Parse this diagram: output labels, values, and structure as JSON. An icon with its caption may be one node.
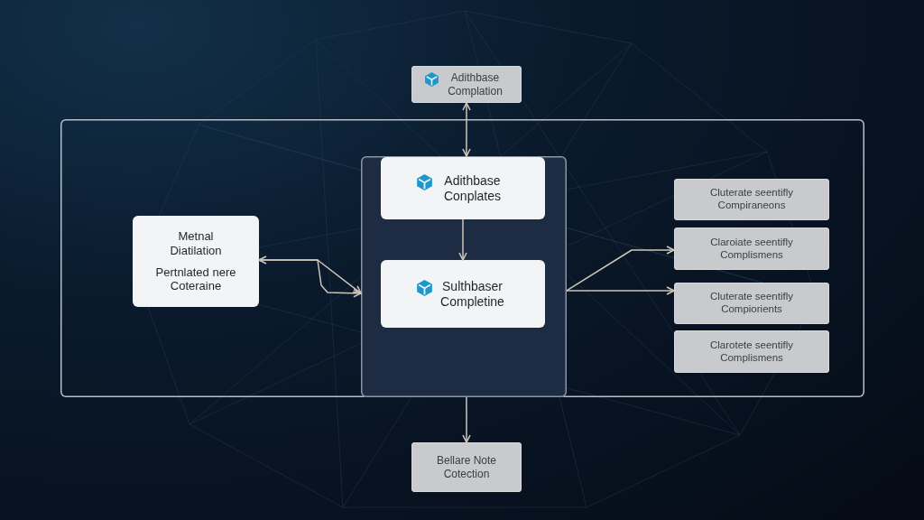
{
  "diagram": {
    "nodes": [
      {
        "text": [
          "Adithbase Complation"
        ]
      },
      {
        "text": [],
        "shape": "box"
      },
      {
        "text": [
          "Metnal Diatilation",
          "Pertnlated nere Coteraine"
        ],
        "in": 1
      },
      {
        "text": [],
        "shape": "box",
        "in": 1
      },
      {
        "text": [
          "Adithbase Conplates"
        ],
        "in": 3
      },
      {
        "text": [
          "Sulthbaser Completine"
        ],
        "in": 3
      },
      {
        "text": [
          "Cluterate seentifly Compiraneons"
        ],
        "in": 1
      },
      {
        "text": [
          "Claroiate seentifly Complismens"
        ],
        "in": 1
      },
      {
        "text": [
          "Cluterate seentifly Compiorients"
        ],
        "in": 1
      },
      {
        "text": [
          "Clarotete seentifly Complismens"
        ],
        "in": 1
      },
      {
        "text": [
          "Bellare Note Cotection"
        ]
      }
    ],
    "edges": [
      {
        "from": 0,
        "to": 3,
        "arrow": "both"
      },
      {
        "from": 4,
        "to": 5,
        "arrow": "to"
      },
      {
        "from": 2,
        "to": 3,
        "arrow": "both"
      },
      {
        "from": 2,
        "to": 3,
        "arrow": "to"
      },
      {
        "from": 3,
        "to": 7,
        "arrow": "to"
      },
      {
        "from": 3,
        "to": 8,
        "arrow": "to"
      },
      {
        "from": 3,
        "to": 10,
        "arrow": "to"
      }
    ]
  }
}
